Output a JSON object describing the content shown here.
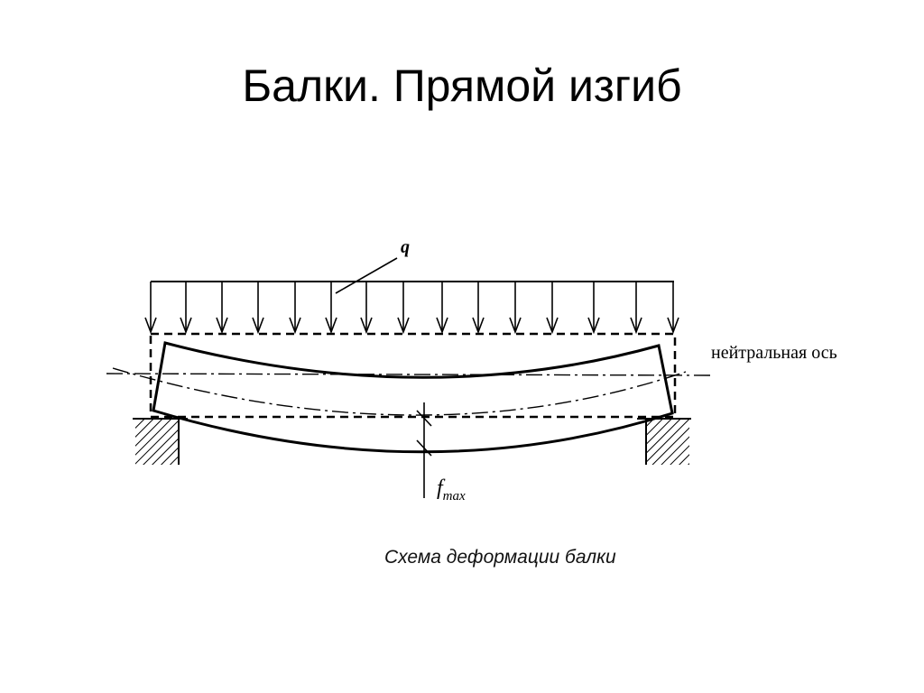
{
  "slide": {
    "title": "Балки. Прямой изгиб"
  },
  "diagram": {
    "load_label": "q",
    "neutral_axis_label": "нейтральная ось",
    "deflection_label": "f",
    "deflection_subscript": "max",
    "caption": "Схема деформации балки"
  }
}
